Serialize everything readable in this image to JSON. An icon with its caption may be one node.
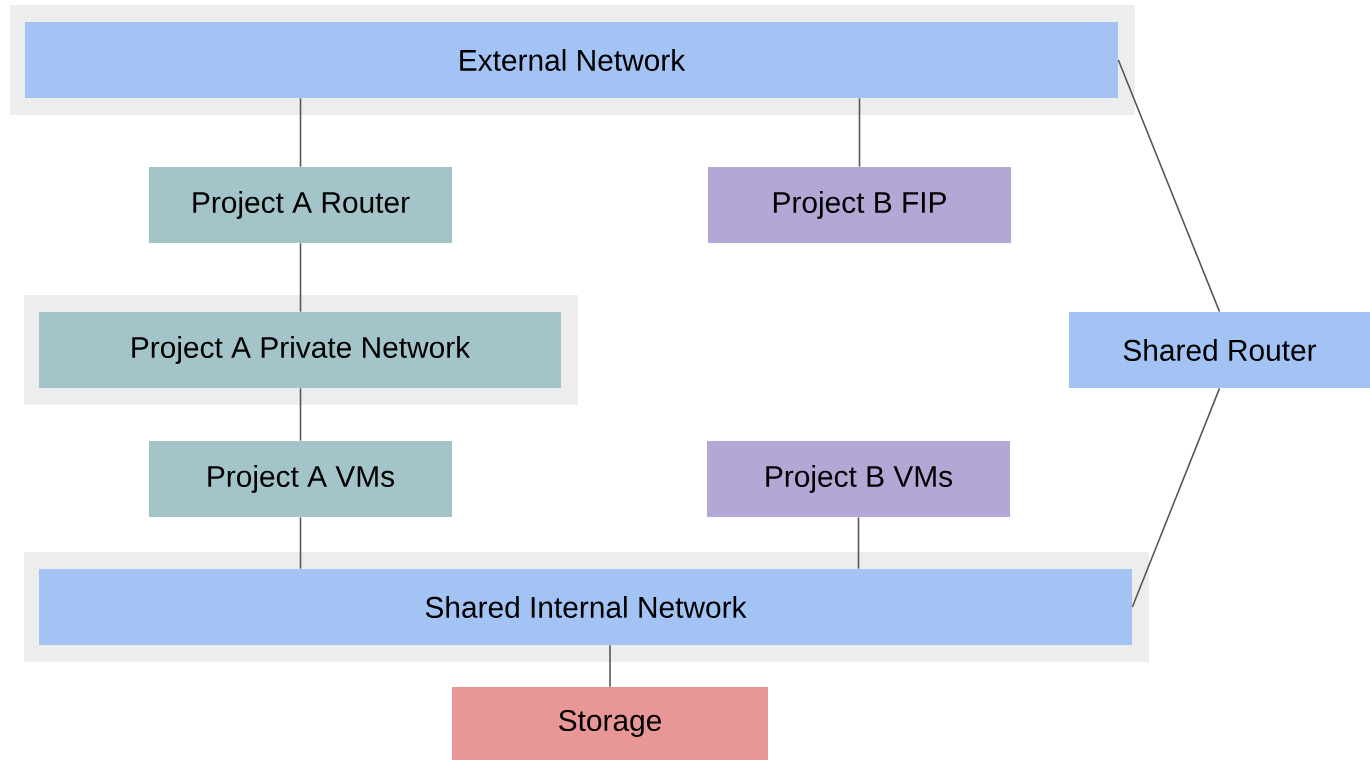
{
  "diagram": {
    "nodes": [
      {
        "text": [],
        "shape": "box"
      },
      {
        "text": [
          "External Network"
        ],
        "in": 0
      },
      {
        "text": [
          "Project A Router"
        ]
      },
      {
        "text": [
          "Project B FIP"
        ]
      },
      {
        "text": [],
        "shape": "box"
      },
      {
        "text": [
          "Project A Private Network"
        ],
        "in": 4
      },
      {
        "text": [
          "Shared Router"
        ]
      },
      {
        "text": [
          "Project A VMs"
        ]
      },
      {
        "text": [
          "Project B VMs"
        ]
      },
      {
        "text": [],
        "shape": "box"
      },
      {
        "text": [
          "Shared Internal Network"
        ],
        "in": 9
      },
      {
        "text": [
          "Storage"
        ]
      }
    ],
    "edges": [
      {
        "from": 1,
        "to": 2,
        "arrow": "none"
      },
      {
        "from": 1,
        "to": 3,
        "arrow": "none"
      },
      {
        "from": 1,
        "to": 6,
        "arrow": "none"
      },
      {
        "from": 2,
        "to": 5,
        "arrow": "none"
      },
      {
        "from": 5,
        "to": 7,
        "arrow": "none"
      },
      {
        "from": 7,
        "to": 10,
        "arrow": "none"
      },
      {
        "from": 8,
        "to": 10,
        "arrow": "none"
      },
      {
        "from": 6,
        "to": 10,
        "arrow": "none"
      },
      {
        "from": 10,
        "to": 11,
        "arrow": "none"
      }
    ]
  }
}
